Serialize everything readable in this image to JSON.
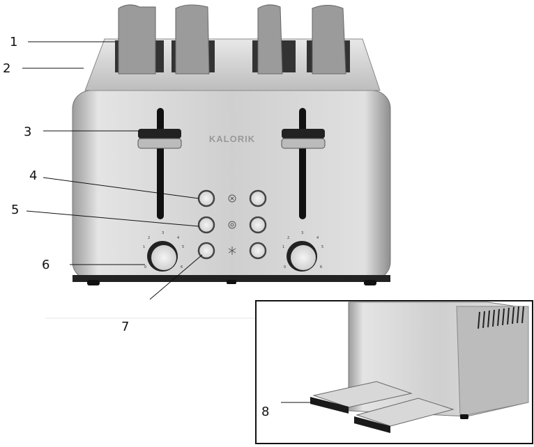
{
  "brand_logo": "KALORIK",
  "callouts": [
    {
      "number": "1"
    },
    {
      "number": "2"
    },
    {
      "number": "3"
    },
    {
      "number": "4"
    },
    {
      "number": "5"
    },
    {
      "number": "6"
    },
    {
      "number": "7"
    },
    {
      "number": "8"
    }
  ],
  "button_icons": [
    "cancel-icon",
    "reheat-icon",
    "defrost-icon"
  ],
  "dial_numbers": [
    "0",
    "1",
    "2",
    "3",
    "4",
    "5",
    "6"
  ],
  "colors": {
    "steel": "#c8c8c8",
    "steel_dark": "#8a8a8a",
    "black": "#1a1a1a",
    "bread": "#9a9a9a"
  }
}
